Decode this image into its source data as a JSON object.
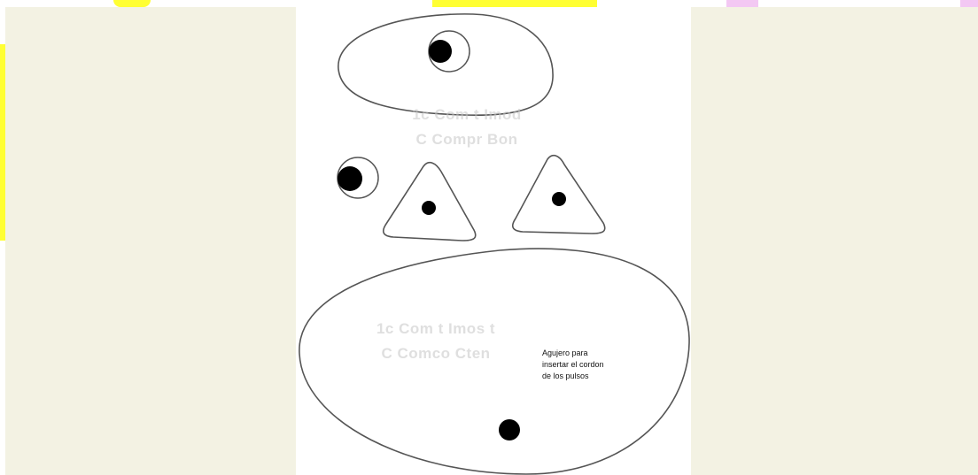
{
  "colors": {
    "page_background": "#ffffff",
    "side_panels": "#f3f2e3",
    "pattern_outline": "#555555",
    "hole_fill": "#000000",
    "accent_yellow": "#ffff33",
    "accent_pink": "#f3c8f3",
    "watermark": "#c4c4c4"
  },
  "watermarks": {
    "top": {
      "line1": "1c Com t Imod",
      "line2": "C Compr Bon"
    },
    "bottom": {
      "line1": "1c Com t Imos t",
      "line2": "C Comco Cten"
    }
  },
  "annotation": {
    "line1": "Agujero para",
    "line2": "insertar el cordon",
    "line3": "de los pulsos"
  },
  "shapes": [
    {
      "type": "egg-with-eye",
      "label": "head-piece"
    },
    {
      "type": "eye",
      "label": "loose-eye"
    },
    {
      "type": "triangle-ear",
      "label": "left-ear"
    },
    {
      "type": "triangle-ear",
      "label": "right-ear"
    },
    {
      "type": "egg-with-hole",
      "label": "body-piece"
    }
  ]
}
